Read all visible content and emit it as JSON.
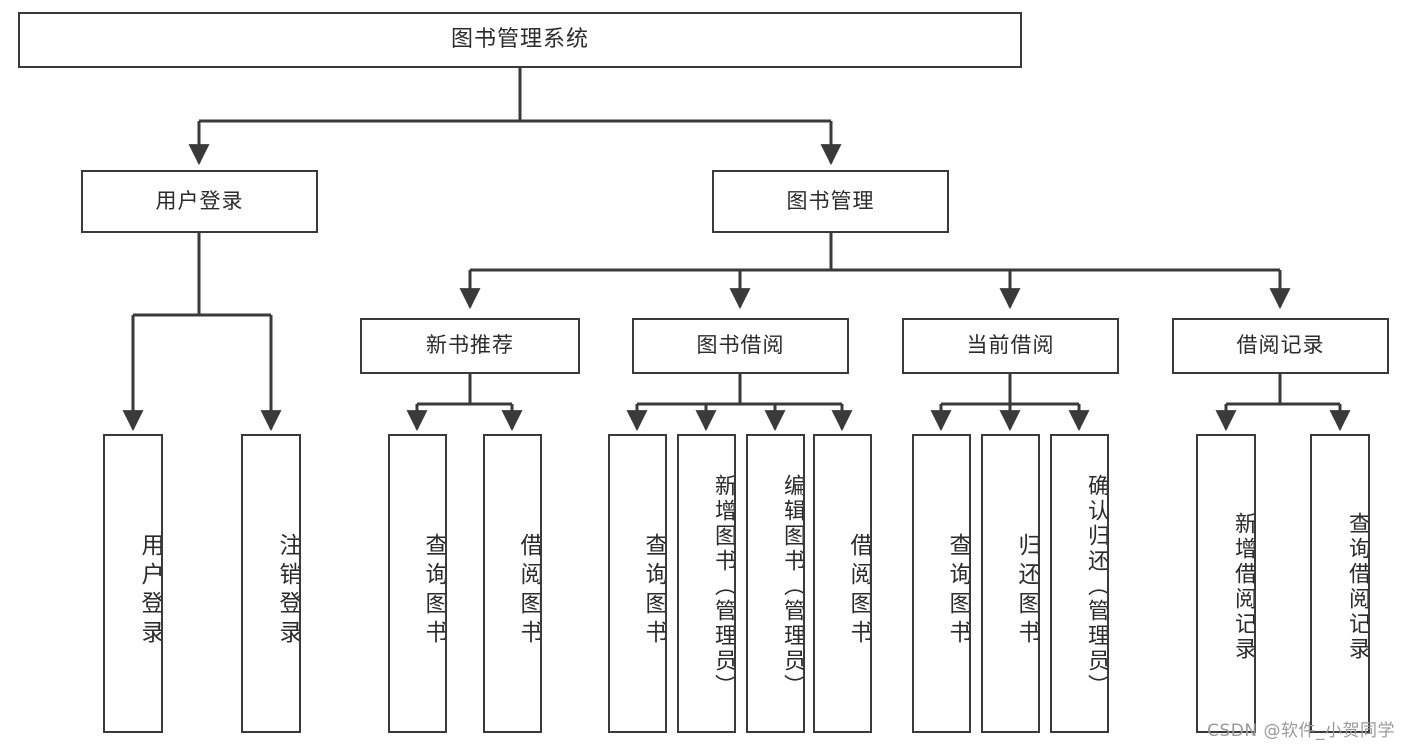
{
  "diagram": {
    "title": "图书管理系统",
    "type": "hierarchy-tree",
    "root": {
      "label": "图书管理系统"
    },
    "level2": [
      {
        "label": "用户登录"
      },
      {
        "label": "图书管理"
      }
    ],
    "level3": [
      {
        "label": "新书推荐"
      },
      {
        "label": "图书借阅"
      },
      {
        "label": "当前借阅"
      },
      {
        "label": "借阅记录"
      }
    ],
    "leaves": {
      "user_login": [
        {
          "label": "用户登录"
        },
        {
          "label": "注销登录"
        }
      ],
      "new_book_recommend": [
        {
          "label": "查询图书"
        },
        {
          "label": "借阅图书"
        }
      ],
      "book_borrow": [
        {
          "label": "查询图书"
        },
        {
          "label": "新增图书（管理员）"
        },
        {
          "label": "编辑图书（管理员）"
        },
        {
          "label": "借阅图书"
        }
      ],
      "current_borrow": [
        {
          "label": "查询图书"
        },
        {
          "label": "归还图书"
        },
        {
          "label": "确认归还（管理员）"
        }
      ],
      "borrow_record": [
        {
          "label": "新增借阅记录"
        },
        {
          "label": "查询借阅记录"
        }
      ]
    }
  },
  "watermark": {
    "text": "CSDN @软件_小贺同学"
  },
  "colors": {
    "line": "#3a3a3a",
    "text": "#2b2b2b",
    "background": "#ffffff",
    "watermark": "#9a9a9a"
  }
}
